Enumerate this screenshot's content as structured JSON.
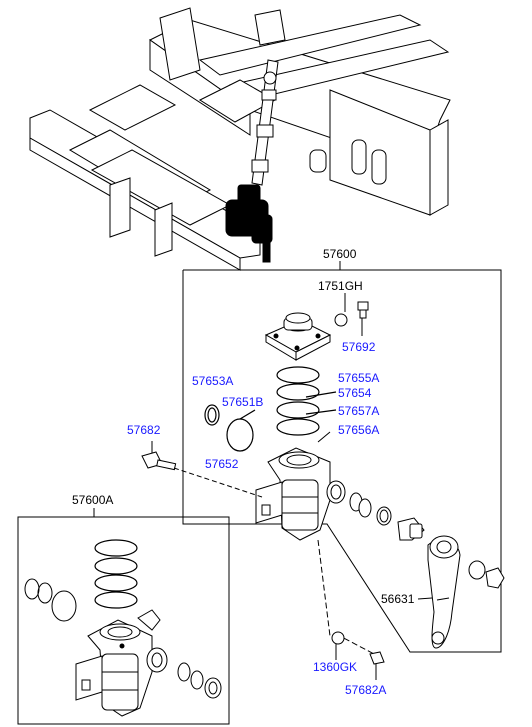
{
  "colors": {
    "link": "#1a1aff",
    "text": "#000000",
    "line": "#000000"
  },
  "labels": {
    "assy_main": "57600",
    "assy_sub": "57600A",
    "p1751GH": "1751GH",
    "p57692": "57692",
    "p57655A": "57655A",
    "p57654": "57654",
    "p57657A": "57657A",
    "p57656A": "57656A",
    "p57653A": "57653A",
    "p57651B": "57651B",
    "p57652": "57652",
    "p57682": "57682",
    "p56631": "56631",
    "p1360GK": "1360GK",
    "p57682A": "57682A"
  }
}
